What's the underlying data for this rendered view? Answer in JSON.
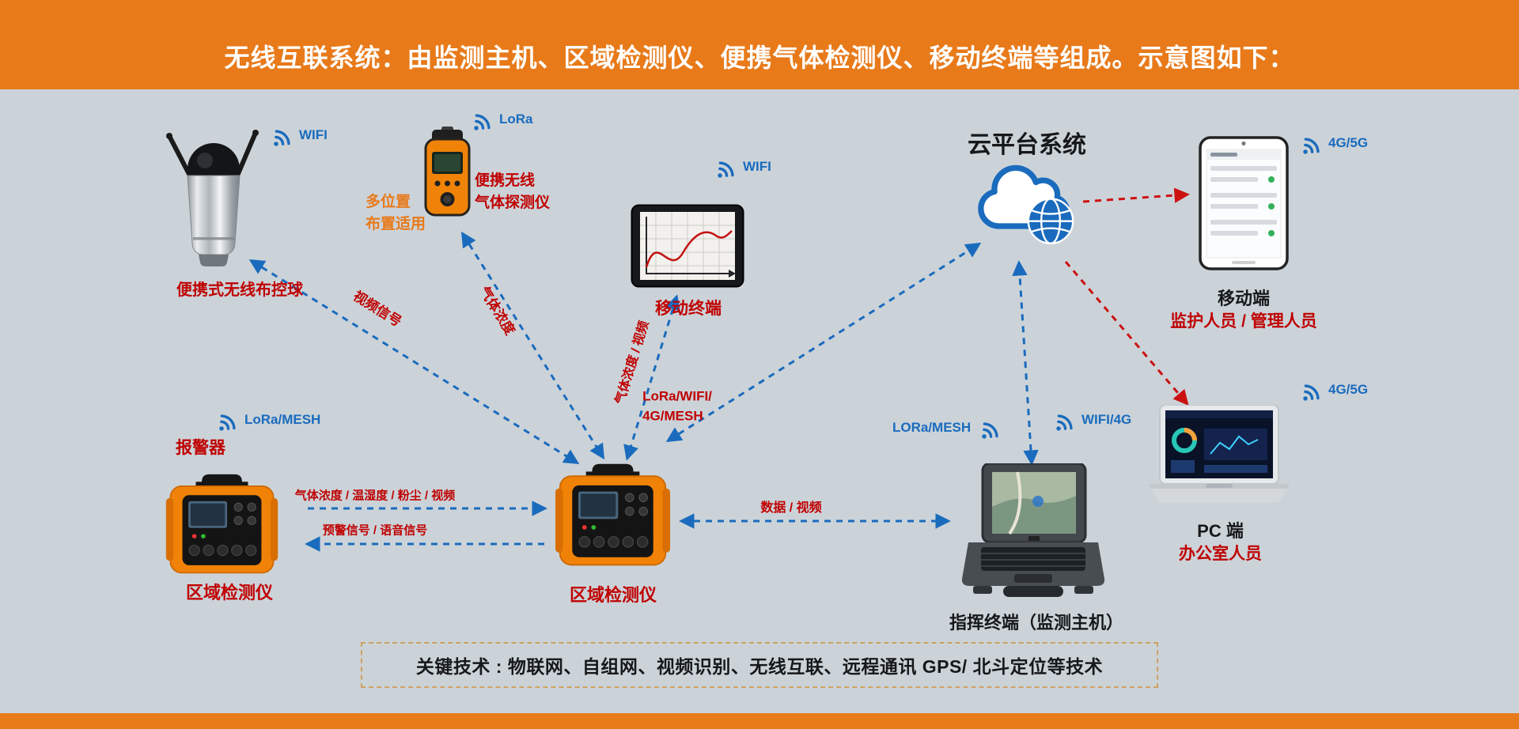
{
  "colors": {
    "banner_orange": "#e87a1a",
    "background": "#cbd3d9",
    "link_blue": "#1a6bbd",
    "label_red": "#c00000",
    "link_red": "#cc1111"
  },
  "header": {
    "title": "无线互联系统：由监测主机、区域检测仪、便携气体检测仪、移动终端等组成。示意图如下："
  },
  "nodes": {
    "ball": {
      "label": "便携式无线布控球",
      "signal": "WIFI"
    },
    "gas": {
      "label": "便携无线\n气体探测仪",
      "note": "多位置\n布置适用",
      "signal": "LoRa"
    },
    "tablet": {
      "label": "移动终端",
      "signal": "WIFI"
    },
    "cloud": {
      "label": "云平台系统"
    },
    "phone": {
      "label": "移动端",
      "sub": "监护人员 / 管理人员",
      "signal": "4G/5G"
    },
    "pc": {
      "label": "PC 端",
      "sub": "办公室人员",
      "signal": "4G/5G"
    },
    "command": {
      "label": "指挥终端（监测主机）",
      "signal_left": "LORa/MESH",
      "signal_right": "WIFI/4G"
    },
    "area_left": {
      "label": "区域检测仪",
      "alarm": "报警器",
      "signal": "LoRa/MESH"
    },
    "area_center": {
      "label": "区域检测仪"
    }
  },
  "links": {
    "ball_center": "视频信号",
    "gas_center": "气体浓度",
    "tablet_center": "气体浓度 / 视频",
    "center_cloud": "LoRa/WIFI/\n4G/MESH",
    "left_center_up": "气体浓度 / 温湿度 / 粉尘 / 视频",
    "left_center_down": "预警信号 / 语音信号",
    "center_command": "数据 / 视频"
  },
  "footer": {
    "key_tech": "关键技术 : 物联网、自组网、视频识别、无线互联、远程通讯 GPS/ 北斗定位等技术"
  }
}
